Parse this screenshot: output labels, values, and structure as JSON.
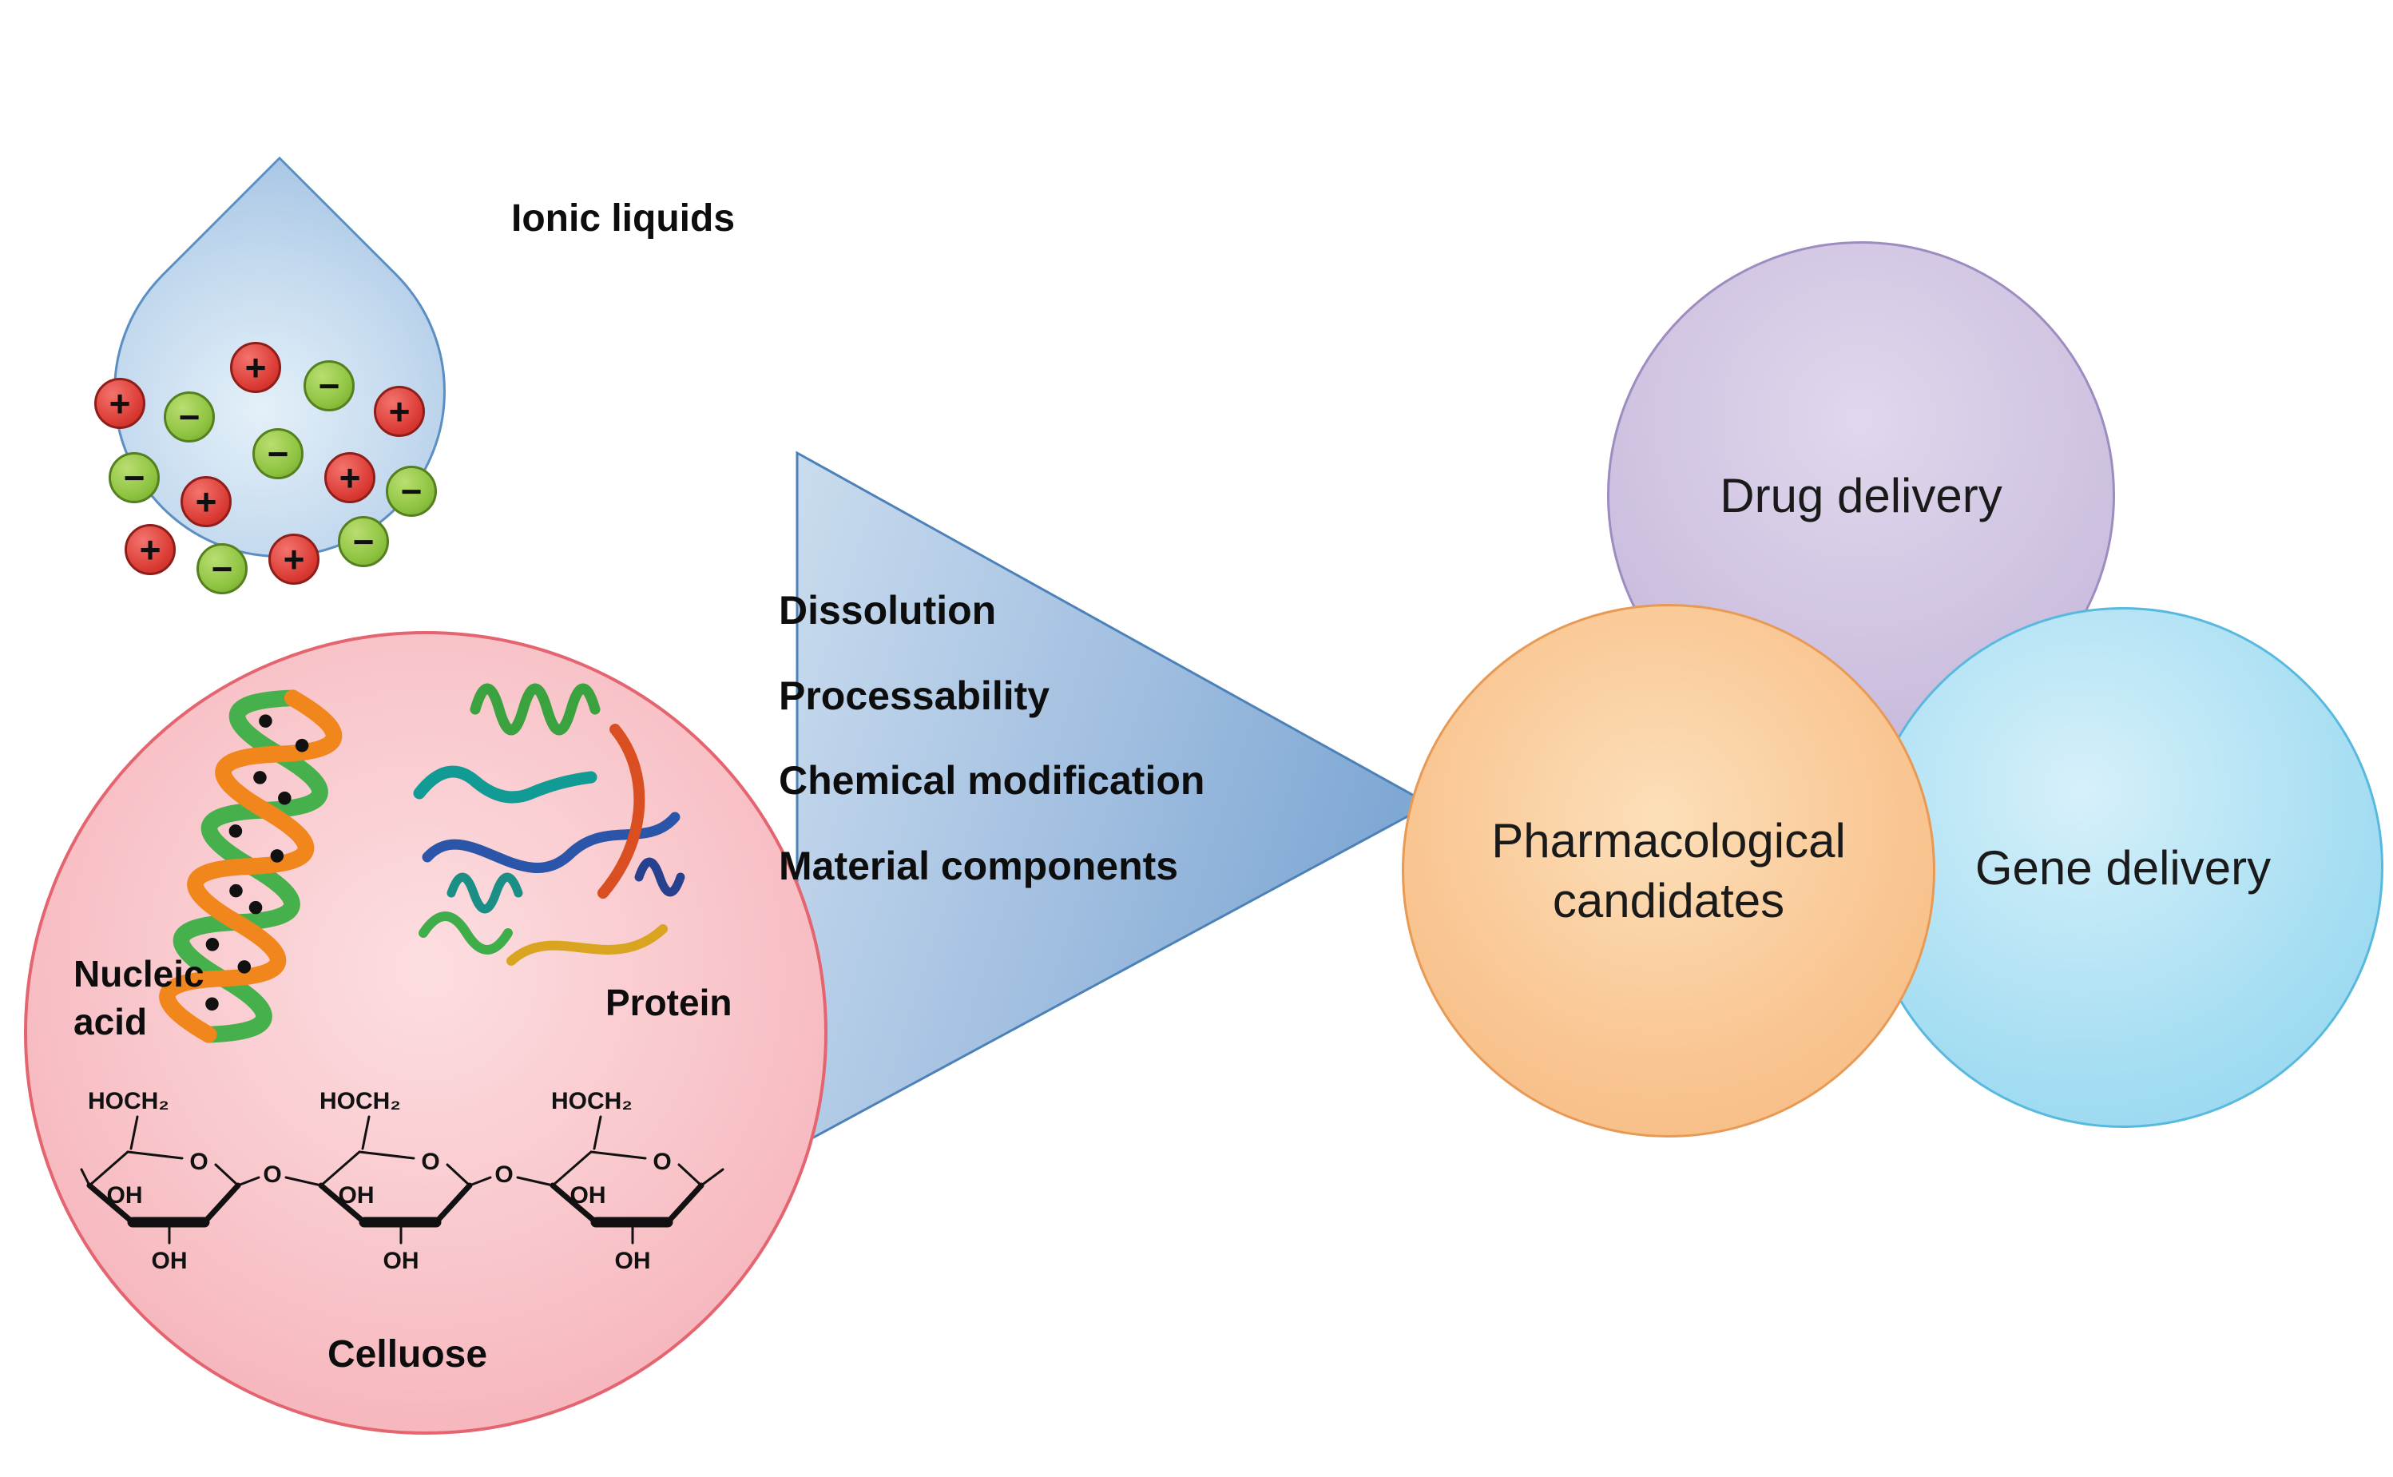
{
  "ionic": {
    "label": "Ionic liquids",
    "plus": "+",
    "minus": "−",
    "circle_color": "#d9e7ab",
    "droplet_color": "#c6dbef",
    "cation_color": "#da3b34",
    "anion_color": "#8cc23f"
  },
  "biopolymers": {
    "circle_color": "#f8c3c8",
    "nucleic_acid_line1": "Nucleic",
    "nucleic_acid_line2": "acid",
    "protein_label": "Protein",
    "cellulose_label": "Celluose",
    "chem": {
      "hoch2": "HOCH₂",
      "oh": "OH",
      "o": "O"
    }
  },
  "arrow": {
    "fill": "#9bb9de",
    "lines": [
      "Dissolution",
      "Processability",
      "Chemical modification",
      "Material components"
    ]
  },
  "outcomes": {
    "drug_delivery": {
      "label": "Drug delivery",
      "color": "#cdc0e0"
    },
    "pharmacological": {
      "line1": "Pharmacological",
      "line2": "candidates",
      "color": "#f9c591"
    },
    "gene_delivery": {
      "label": "Gene delivery",
      "color": "#a4ddf2"
    }
  }
}
